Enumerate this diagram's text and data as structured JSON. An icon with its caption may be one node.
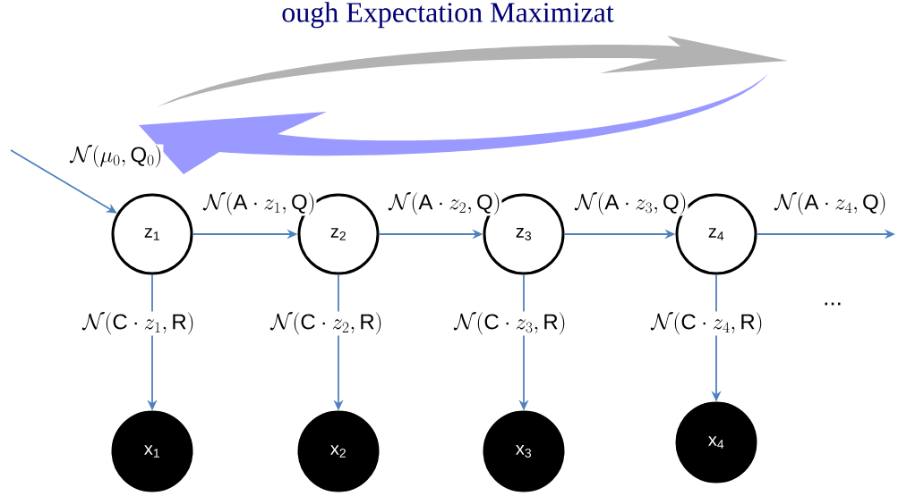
{
  "diagram": {
    "title": "ough Expectation Maximizat",
    "nodes": [
      {
        "text": [
          "z$_{1}$"
        ]
      },
      {
        "text": [
          "z$_{2}$"
        ]
      },
      {
        "text": [
          "z$_{3}$"
        ]
      },
      {
        "text": [
          "z$_{4}$"
        ]
      },
      {
        "text": [
          "x$_{1}$"
        ]
      },
      {
        "text": [
          "x$_{2}$"
        ]
      },
      {
        "text": [
          "x$_{3}$"
        ]
      },
      {
        "text": [
          "x$_{4}$"
        ]
      }
    ],
    "edges": [
      {
        "from": null,
        "to": 0,
        "arrow": "to",
        "label": "\\mathcal{N}(\\mu_{0},\\mathrm{Q}_{0})"
      },
      {
        "from": 0,
        "to": 1,
        "arrow": "to",
        "label": "\\mathcal{N}(\\mathrm{A}\\cdot z_{1},\\mathrm{Q})"
      },
      {
        "from": 1,
        "to": 2,
        "arrow": "to",
        "label": "\\mathcal{N}(\\mathrm{A}\\cdot z_{2},\\mathrm{Q})"
      },
      {
        "from": 2,
        "to": 3,
        "arrow": "to",
        "label": "\\mathcal{N}(\\mathrm{A}\\cdot z_{3},\\mathrm{Q})"
      },
      {
        "from": 3,
        "to": null,
        "arrow": "to",
        "label": "\\mathcal{N}(\\mathrm{A}\\cdot z_{4},\\mathrm{Q})"
      },
      {
        "from": 0,
        "to": 4,
        "arrow": "to",
        "label": "\\mathcal{N}(\\mathrm{C}\\cdot z_{1},\\mathrm{R})"
      },
      {
        "from": 1,
        "to": 5,
        "arrow": "to",
        "label": "\\mathcal{N}(\\mathrm{C}\\cdot z_{2},\\mathrm{R})"
      },
      {
        "from": 2,
        "to": 6,
        "arrow": "to",
        "label": "\\mathcal{N}(\\mathrm{C}\\cdot z_{3},\\mathrm{R})"
      },
      {
        "from": 3,
        "to": 7,
        "arrow": "to",
        "label": "\\mathcal{N}(\\mathrm{C}\\cdot z_{4},\\mathrm{R})"
      }
    ],
    "labels": [
      "..."
    ]
  }
}
